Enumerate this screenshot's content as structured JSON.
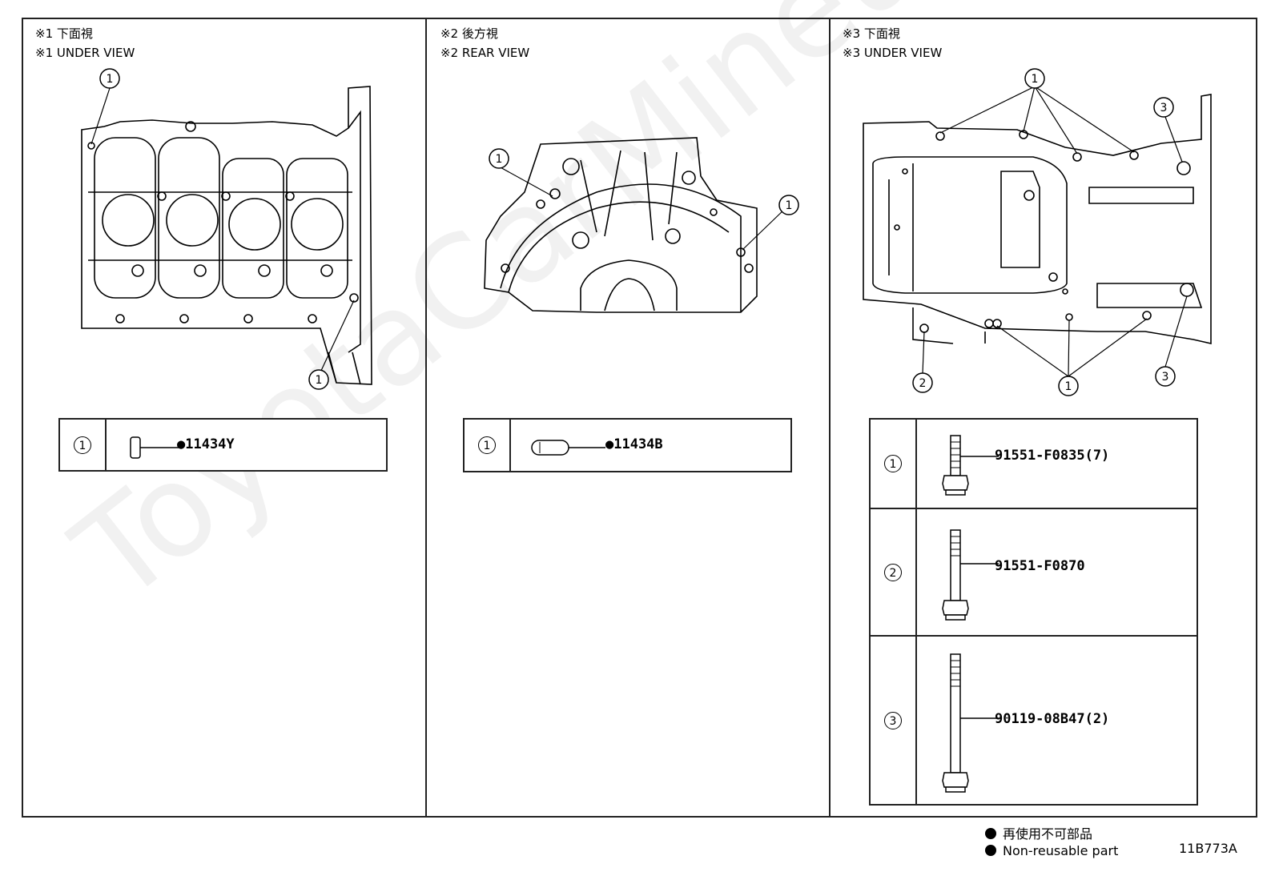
{
  "panels": [
    {
      "header_jp": "※1 下面視",
      "header_en": "※1 UNDER VIEW",
      "callout": "1",
      "parts": [
        {
          "ref": "1",
          "part_no": "●11434Y"
        }
      ]
    },
    {
      "header_jp": "※2 後方視",
      "header_en": "※2 REAR VIEW",
      "callout": "1",
      "parts": [
        {
          "ref": "1",
          "part_no": "●11434B"
        }
      ]
    },
    {
      "header_jp": "※3 下面視",
      "header_en": "※3 UNDER VIEW",
      "callouts": [
        "1",
        "2",
        "3"
      ],
      "parts": [
        {
          "ref": "1",
          "part_no": "91551-F0835(7)"
        },
        {
          "ref": "2",
          "part_no": "91551-F0870"
        },
        {
          "ref": "3",
          "part_no": "90119-08B47(2)"
        }
      ]
    }
  ],
  "legend": {
    "jp": "再使用不可部品",
    "en": "Non-reusable part"
  },
  "figure_id": "11B773A",
  "watermark": "ToyotaCarMineu",
  "colors": {
    "line": "#222222",
    "background": "#ffffff"
  }
}
